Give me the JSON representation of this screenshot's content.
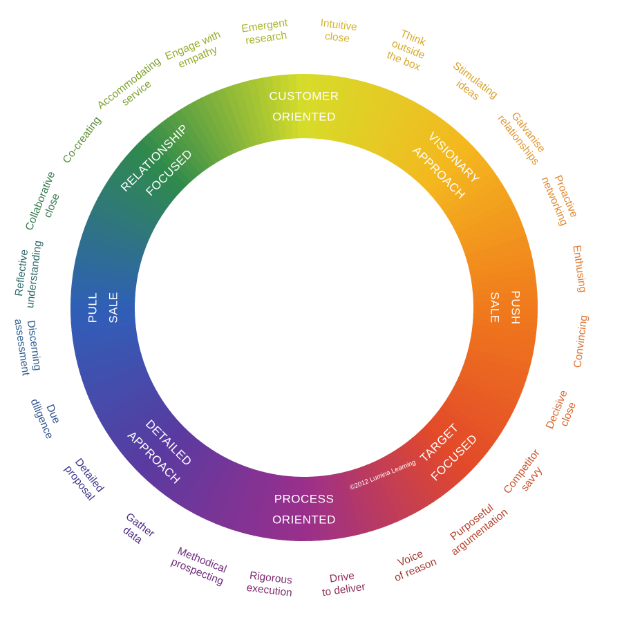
{
  "segments": [
    {
      "lines": [
        "CUSTOMER",
        "ORIENTED"
      ],
      "color": "#d6dc2a"
    },
    {
      "lines": [
        "VISIONARY",
        "APPROACH"
      ],
      "color": "#f4b81f"
    },
    {
      "lines": [
        "PUSH",
        "SALE"
      ],
      "color": "#f07a1c"
    },
    {
      "lines": [
        "TARGET",
        "FOCUSED"
      ],
      "color": "#e2492a"
    },
    {
      "lines": [
        "PROCESS",
        "ORIENTED"
      ],
      "color": "#9a2f8c"
    },
    {
      "lines": [
        "DETAILED",
        "APPROACH"
      ],
      "color": "#5a3aa0"
    },
    {
      "lines": [
        "PULL",
        "SALE"
      ],
      "color": "#2f5fb7"
    },
    {
      "lines": [
        "RELATIONSHIP",
        "FOCUSED"
      ],
      "color": "#2f8a4c"
    }
  ],
  "outer_labels": [
    {
      "lines": [
        "Emergent",
        "research"
      ],
      "color": "#a9b52c"
    },
    {
      "lines": [
        "Intuitive",
        "close"
      ],
      "color": "#d3b531"
    },
    {
      "lines": [
        "Think",
        "outside",
        "the box"
      ],
      "color": "#d6aa2d"
    },
    {
      "lines": [
        "Stimulating",
        "ideas"
      ],
      "color": "#d9a22d"
    },
    {
      "lines": [
        "Galvanise",
        "relationships"
      ],
      "color": "#dd962f"
    },
    {
      "lines": [
        "Proactive",
        "networking"
      ],
      "color": "#e08a33"
    },
    {
      "lines": [
        "Enthusing"
      ],
      "color": "#e07d34"
    },
    {
      "lines": [
        "Convincing"
      ],
      "color": "#e07432"
    },
    {
      "lines": [
        "Decisive",
        "close"
      ],
      "color": "#d9672f"
    },
    {
      "lines": [
        "Competitor",
        "savvy"
      ],
      "color": "#c8542d"
    },
    {
      "lines": [
        "Purposeful",
        "argumentation"
      ],
      "color": "#b5452e"
    },
    {
      "lines": [
        "Voice",
        "of reason"
      ],
      "color": "#9e3a2f"
    },
    {
      "lines": [
        "Drive",
        "to deliver"
      ],
      "color": "#8e2f5a"
    },
    {
      "lines": [
        "Rigorous",
        "execution"
      ],
      "color": "#7e2a6e"
    },
    {
      "lines": [
        "Methodical",
        "prospecting"
      ],
      "color": "#6f2d7c"
    },
    {
      "lines": [
        "Gather",
        "data"
      ],
      "color": "#4f2e86"
    },
    {
      "lines": [
        "Detailed",
        "proposal"
      ],
      "color": "#3a3585"
    },
    {
      "lines": [
        "Due",
        "diligence"
      ],
      "color": "#2c4f8f"
    },
    {
      "lines": [
        "Discerning",
        "assessment"
      ],
      "color": "#2e5f93"
    },
    {
      "lines": [
        "Reflective",
        "understanding"
      ],
      "color": "#2d6a6a"
    },
    {
      "lines": [
        "Collaborative",
        "close"
      ],
      "color": "#357a4d"
    },
    {
      "lines": [
        "Co-creating"
      ],
      "color": "#5b8c36"
    },
    {
      "lines": [
        "Accommodating",
        "service"
      ],
      "color": "#7da02f"
    },
    {
      "lines": [
        "Engage with",
        "empathy"
      ],
      "color": "#95ab2c"
    }
  ],
  "copyright": "©2012 Lumina Learning"
}
